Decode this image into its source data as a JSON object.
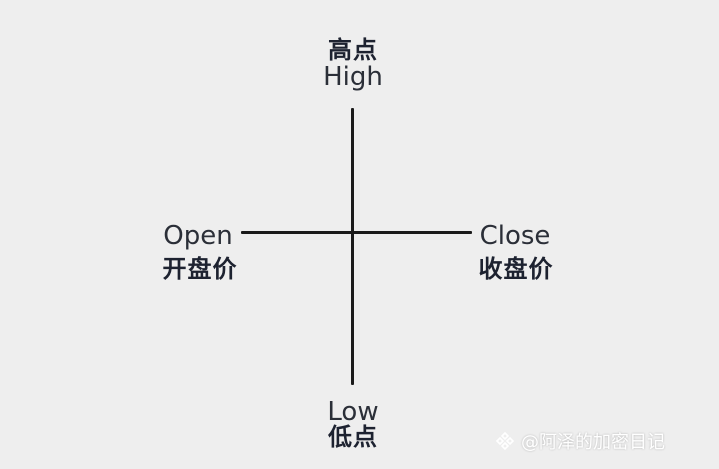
{
  "labels": {
    "high_zh": "高点",
    "high_en": "High",
    "low_en": "Low",
    "low_zh": "低点",
    "open_en": "Open",
    "open_zh": "开盘价",
    "close_en": "Close",
    "close_zh": "收盘价"
  },
  "watermark": {
    "text": "@阿泽的加密日记"
  },
  "colors": {
    "background": "#eeeeee",
    "line": "#1a1a1a",
    "text": "#1d2230"
  }
}
